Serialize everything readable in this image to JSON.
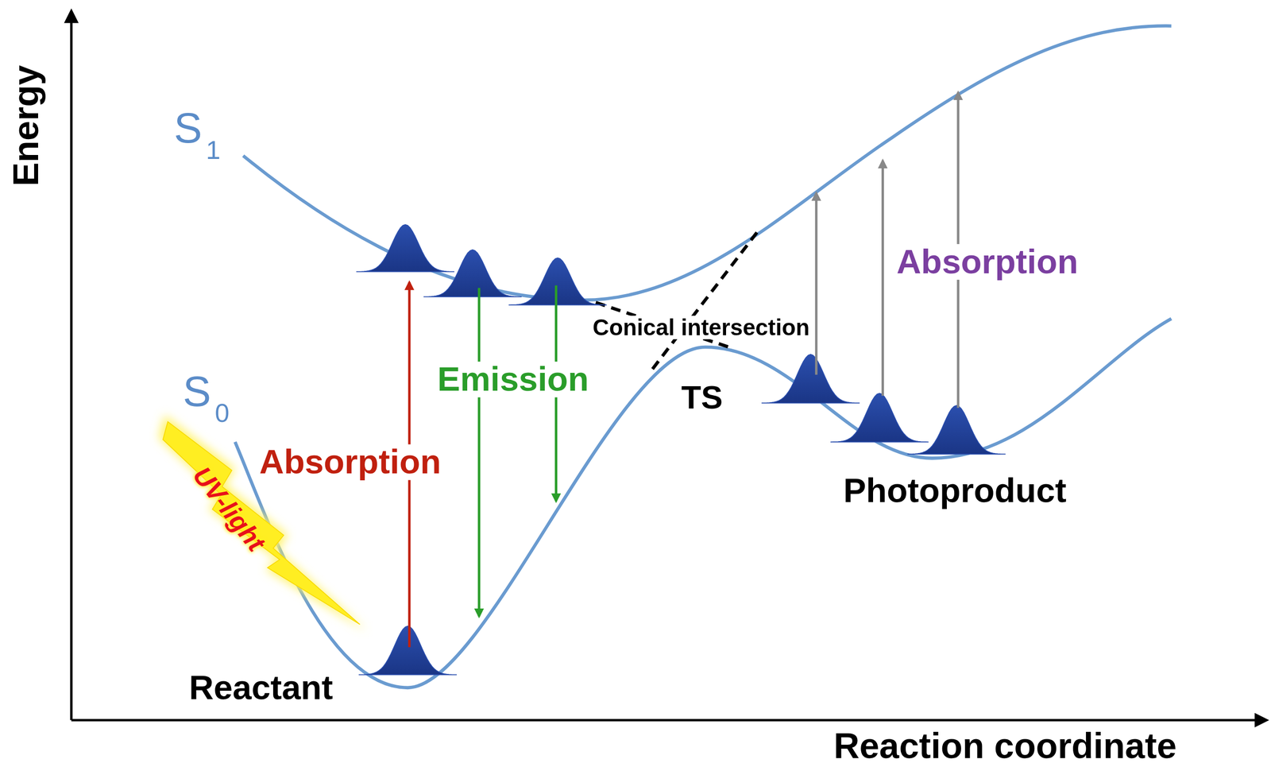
{
  "diagram": {
    "labels": [
      "Energy",
      "Reaction coordinate",
      "S",
      "1",
      "S",
      "0",
      "Absorption",
      "Emission",
      "Conical intersection",
      "TS",
      "Photoproduct",
      "Absorption",
      "UV-light",
      "Reactant"
    ]
  }
}
